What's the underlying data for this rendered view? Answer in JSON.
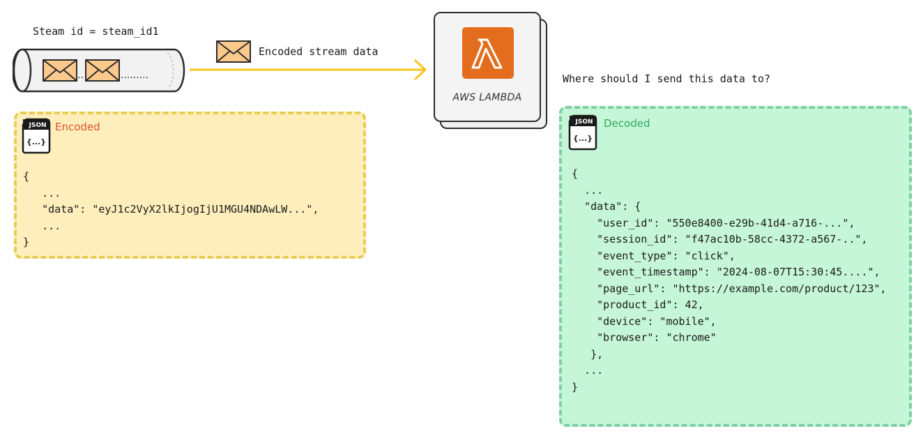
{
  "stream": {
    "label": "Steam id = steam_id1"
  },
  "arrow": {
    "label": "Encoded stream data",
    "color": "#f7c51e"
  },
  "lambda": {
    "label": "AWS LAMBDA",
    "accent": "#e36d1c"
  },
  "question": "Where should I send this data to?",
  "encoded": {
    "icon_label": "JSON",
    "icon_glyph": "{...}",
    "title": "Encoded",
    "lines": [
      "{",
      "   ...",
      "   \"data\": \"eyJ1c2VyX2lkIjogIjU1MGU4NDAwLW...\",",
      "   ...",
      "}"
    ]
  },
  "decoded": {
    "icon_label": "JSON",
    "icon_glyph": "{...}",
    "title": "Decoded",
    "lines": [
      "{",
      "  ...",
      "  \"data\": {",
      "    \"user_id\": \"550e8400-e29b-41d4-a716-...\",",
      "    \"session_id\": \"f47ac10b-58cc-4372-a567-..\",",
      "    \"event_type\": \"click\",",
      "    \"event_timestamp\": \"2024-08-07T15:30:45....\",",
      "    \"page_url\": \"https://example.com/product/123\",",
      "    \"product_id\": 42,",
      "    \"device\": \"mobile\",",
      "    \"browser\": \"chrome\"",
      "   },",
      "  ...",
      "}"
    ]
  }
}
